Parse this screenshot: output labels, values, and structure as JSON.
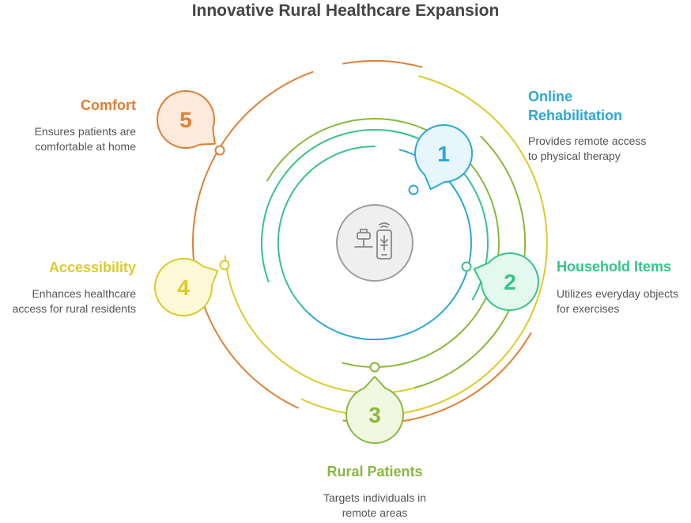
{
  "title": "Innovative Rural Healthcare Expansion",
  "colors": {
    "stage1": "#2aa8d6",
    "stage2": "#35c487",
    "stage3": "#8ab83c",
    "stage4": "#dccb2a",
    "stage5": "#e07f33",
    "center_fill": "#efefef",
    "center_stroke": "#9e9e9e"
  },
  "center_icon": "telemedicine-device-icon",
  "items": [
    {
      "number": "1",
      "title": "Online Rehabilitation",
      "title_lines": [
        "Online",
        "Rehabilitation"
      ],
      "description_lines": [
        "Provides remote access",
        "to physical therapy"
      ],
      "color": "#2aa8d6",
      "fill": "#e6f6fc"
    },
    {
      "number": "2",
      "title": "Household Items",
      "title_lines": [
        "Household Items"
      ],
      "description_lines": [
        "Utilizes everyday objects",
        "for exercises"
      ],
      "color": "#35c487",
      "fill": "#e3f8ee"
    },
    {
      "number": "3",
      "title": "Rural Patients",
      "title_lines": [
        "Rural Patients"
      ],
      "description_lines": [
        "Targets individuals in",
        "remote areas"
      ],
      "color": "#8ab83c",
      "fill": "#f1f8e2"
    },
    {
      "number": "4",
      "title": "Accessibility",
      "title_lines": [
        "Accessibility"
      ],
      "description_lines": [
        "Enhances healthcare",
        "access for rural residents"
      ],
      "color": "#dccb2a",
      "fill": "#fcf8d8"
    },
    {
      "number": "5",
      "title": "Comfort",
      "title_lines": [
        "Comfort"
      ],
      "description_lines": [
        "Ensures patients are",
        "comfortable at home"
      ],
      "color": "#e07f33",
      "fill": "#fcebdd"
    }
  ]
}
